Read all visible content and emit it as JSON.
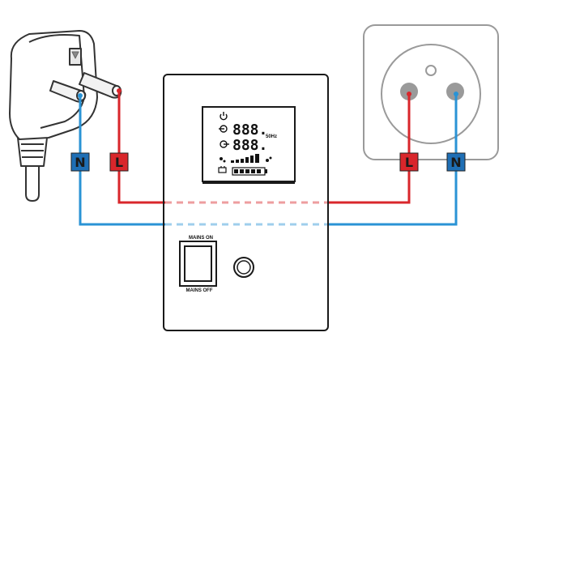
{
  "labels": {
    "neutral": "N",
    "live": "L"
  },
  "display": {
    "digits_top": "888.",
    "digits_bottom": "888.",
    "freq_unit": "50Hz"
  },
  "switch": {
    "on_label": "MAINS ON",
    "off_label": "MAINS OFF"
  },
  "colors": {
    "live": "#d9262b",
    "neutral": "#2a93d5",
    "label_neutral_bg": "#1f6fb5",
    "label_live_bg": "#d9262b",
    "outline": "#222222"
  }
}
